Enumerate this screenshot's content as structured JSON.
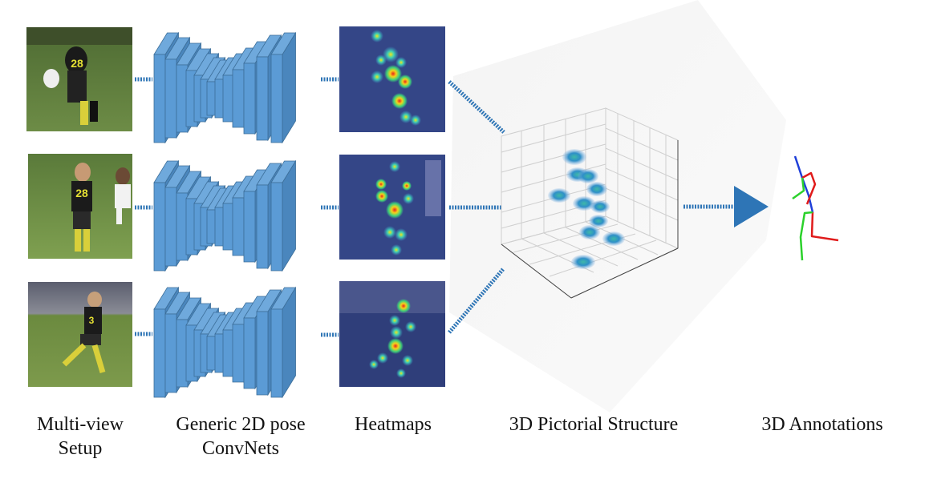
{
  "labels": {
    "setup_line1": "Multi-view",
    "setup_line2": "Setup",
    "convnets_line1": "Generic 2D pose",
    "convnets_line2": "ConvNets",
    "heatmaps": "Heatmaps",
    "pictorial": "3D Pictorial Structure",
    "annotations": "3D Annotations"
  },
  "colors": {
    "block_face": "#5B9BD5",
    "block_side": "#4A86BD",
    "block_edge": "#3C6E99",
    "connector": "#2E75B6",
    "heatmap_bg": "#2F3E7A",
    "skeleton_blue": "#1f3fd9",
    "skeleton_red": "#e01b1b",
    "skeleton_green": "#2bd12b"
  }
}
